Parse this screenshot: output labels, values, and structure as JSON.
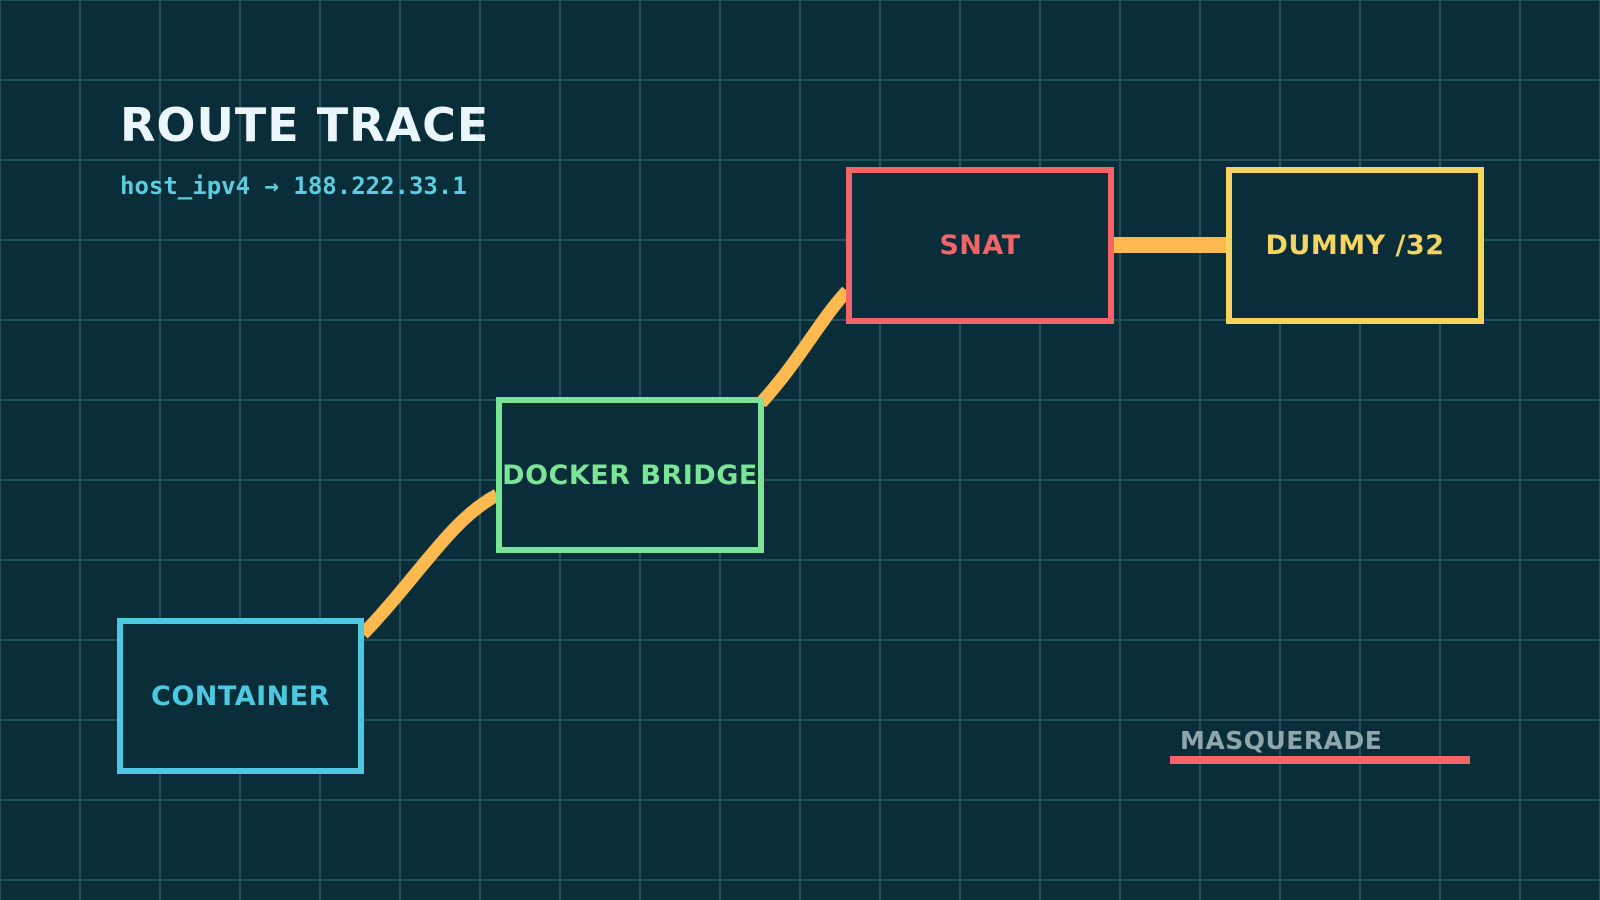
{
  "header": {
    "title": "ROUTE TRACE",
    "subtitle": "host_ipv4 → 188.222.33.1"
  },
  "colors": {
    "background": "#0a2d3a",
    "grid": "#24505a",
    "title": "#eaf6fb",
    "subtitle": "#5ccde0",
    "link": "#ffba4f",
    "container": "#4cc9e0",
    "docker_bridge": "#7be495",
    "snat": "#f26468",
    "dummy": "#f5d45f",
    "legend_text": "#8fa6ad",
    "legend_line": "#f26468"
  },
  "nodes": [
    {
      "id": "container",
      "label": "CONTAINER"
    },
    {
      "id": "docker_bridge",
      "label": "DOCKER BRIDGE"
    },
    {
      "id": "snat",
      "label": "SNAT"
    },
    {
      "id": "dummy",
      "label": "DUMMY /32"
    }
  ],
  "links": [
    {
      "from": "container",
      "to": "docker_bridge"
    },
    {
      "from": "docker_bridge",
      "to": "snat"
    },
    {
      "from": "snat",
      "to": "dummy"
    }
  ],
  "legend": {
    "label": "MASQUERADE"
  }
}
